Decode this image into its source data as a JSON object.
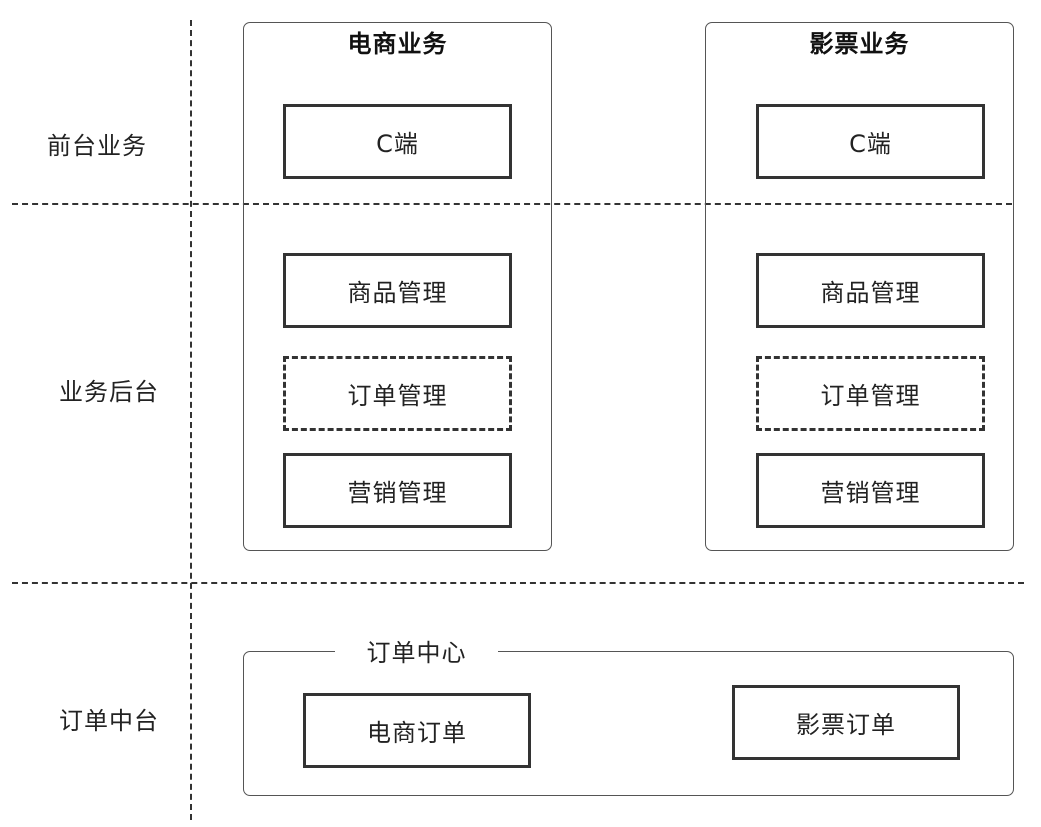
{
  "layers": {
    "frontend": "前台业务",
    "business_backend": "业务后台",
    "order_middle": "订单中台"
  },
  "columns": [
    {
      "title": "电商业务",
      "frontend_box": "C端",
      "backend_boxes": [
        "商品管理",
        "订单管理",
        "营销管理"
      ]
    },
    {
      "title": "影票业务",
      "frontend_box": "C端",
      "backend_boxes": [
        "商品管理",
        "订单管理",
        "营销管理"
      ]
    }
  ],
  "order_center": {
    "title": "订单中心",
    "boxes": [
      "电商订单",
      "影票订单"
    ]
  }
}
